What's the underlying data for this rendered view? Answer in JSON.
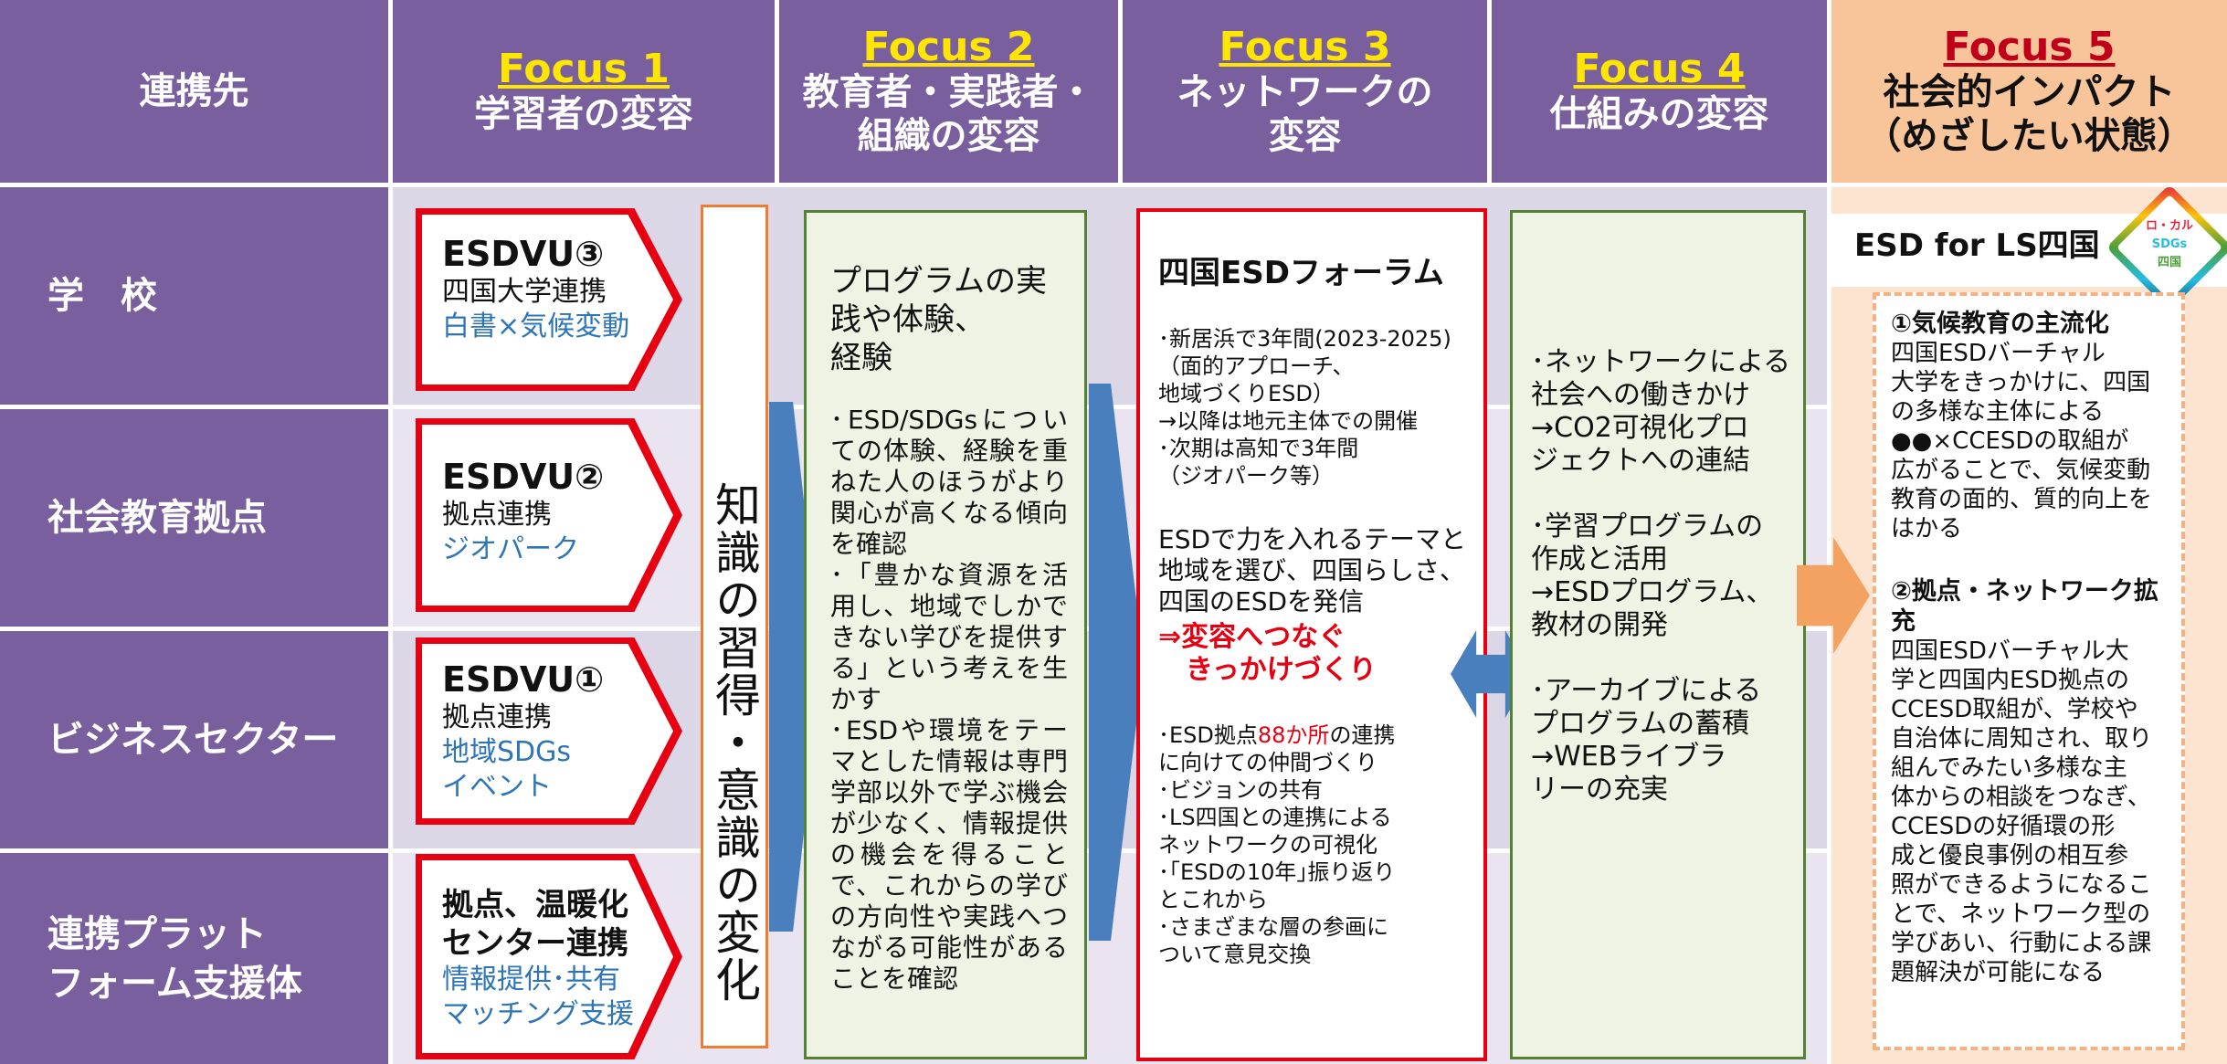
{
  "header": {
    "partner_label": "連携先",
    "focus1": {
      "title": "Focus 1",
      "sub": "学習者の変容"
    },
    "focus2": {
      "title": "Focus 2",
      "sub": "教育者・実践者・\n組織の変容"
    },
    "focus3": {
      "title": "Focus 3",
      "sub": "ネットワークの\n変容"
    },
    "focus4": {
      "title": "Focus 4",
      "sub": "仕組みの変容"
    },
    "focus5": {
      "title": "Focus 5",
      "sub": "社会的インパクト\n（めざしたい状態）"
    }
  },
  "rows": [
    {
      "label": "学　校"
    },
    {
      "label": "社会教育拠点"
    },
    {
      "label": "ビジネスセクター"
    },
    {
      "label": "連携プラット\nフォーム支援体"
    }
  ],
  "pentagons": [
    {
      "title": "ESDVU③",
      "sub": "四国大学連携",
      "blue": "白書×気候変動"
    },
    {
      "title": "ESDVU②",
      "sub": "拠点連携",
      "blue": "ジオパーク"
    },
    {
      "title": "ESDVU①",
      "sub": "拠点連携",
      "blue": "地域SDGs\nイベント"
    },
    {
      "title": "拠点、温暖化\nセンター連携",
      "sub": "",
      "blue": "情報提供･共有\nマッチング支援"
    }
  ],
  "vertical_label": "知識の習得・意識の変化",
  "focus2_box": {
    "heading": "プログラムの実\n践や体験、\n経験",
    "body": "･ESD/SDGsについての体験、経験を重ねた人のほうがより関心が高くなる傾向を確認\n･「豊かな資源を活用し、地域でしかできない学びを提供する」という考えを生かす\n･ESDや環境をテーマとした情報は専門学部以外で学ぶ機会が少なく、情報提供の機会を得ることで、これからの学びの方向性や実践へつながる可能性があることを確認"
  },
  "focus3_box": {
    "heading": "四国ESDフォーラム",
    "list1": "･新居浜で3年間(2023-2025)\n（面的アプローチ、\n 地域づくりESD）\n →以降は地元主体での開催\n･次期は高知で3年間\n（ジオパーク等）",
    "mid": "ESDで力を入れるテーマと\n地域を選び、四国らしさ、\n 四国のESDを発信",
    "red": "⇒変容へつなぐ\n　きっかけづくり",
    "list2_prefix": "･ESD拠点",
    "list2_red": "88か所",
    "list2_suffix": "の連携\n に向けての仲間づくり\n･ビジョンの共有\n･LS四国との連携による\n ネットワークの可視化\n･｢ESDの10年｣振り返り\n とこれから\n･さまざまな層の参画に\n ついて意見交換"
  },
  "focus4_box": {
    "body": "･ネットワークによる\n 社会への働きかけ\n  →CO2可視化プロ\n    ジェクトへの連結\n\n･学習プログラムの\n 作成と活用\n  →ESDプログラム、\n    教材の開発\n\n･アーカイブによる\n プログラムの蓄積\n  →WEBライブラ\n    リーの充実"
  },
  "focus5": {
    "title": "ESD for LS四国",
    "logo_text": [
      "ロ・カル",
      "SDGs",
      "四国"
    ],
    "item1_title": "①気候教育の主流化",
    "item1_body": "四国ESDバーチャル\n大学をきっかけに、四国\nの多様な主体による\n●●×CCESDの取組が\n広がることで、気候変動\n教育の面的、質的向上を\nはかる",
    "item2_title": "②拠点・ネットワーク拡充",
    "item2_body": "四国ESDバーチャル大\n学と四国内ESD拠点の\nCCESD取組が、学校や\n自治体に周知され、取り\n組んでみたい多様な主\n体からの相談をつなぎ、\nCCESDの好循環の形\n成と優良事例の相互参\n照ができるようになるこ\nとで、ネットワーク型の\n学びあい、行動による課\n題解決が可能になる"
  },
  "colors": {
    "purple": "#7a5f9e",
    "red": "#e60012",
    "orange": "#f4a261",
    "blue_arrow": "#4a7fbd",
    "green_border": "#548235"
  }
}
